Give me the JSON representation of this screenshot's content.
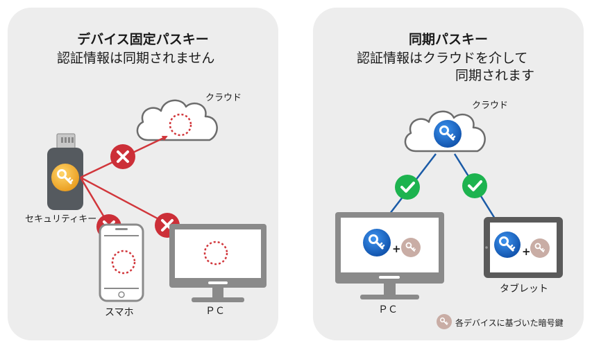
{
  "left": {
    "title": "デバイス固定パスキー",
    "subtitle": "認証情報は同期されません",
    "cloud_label": "クラウド",
    "security_key_label": "セキュリティキー",
    "phone_label": "スマホ",
    "pc_label": "ＰＣ"
  },
  "right": {
    "title": "同期パスキー",
    "subtitle_line1": "認証情報はクラウドを介して",
    "subtitle_line2": "同期されます",
    "cloud_label": "クラウド",
    "pc_label": "ＰＣ",
    "tablet_label": "タブレット",
    "plus": "+",
    "legend": "各デバイスに基づいた暗号鍵"
  },
  "colors": {
    "panel_bg": "#ededed",
    "red_arrow": "#d1363b",
    "blue_arrow": "#1a5aa6",
    "check_green": "#1db34f",
    "x_red": "#cc2f38",
    "device_gray": "#8a8a8a",
    "passkey_blue": "#1b6fd1",
    "device_key_beige": "#c9ada5",
    "security_key_gold": "#f4b23a"
  },
  "icons": [
    "cloud-icon",
    "security-key-icon",
    "smartphone-icon",
    "monitor-icon",
    "tablet-icon",
    "x-mark-icon",
    "check-mark-icon",
    "passkey-icon",
    "device-key-icon"
  ]
}
